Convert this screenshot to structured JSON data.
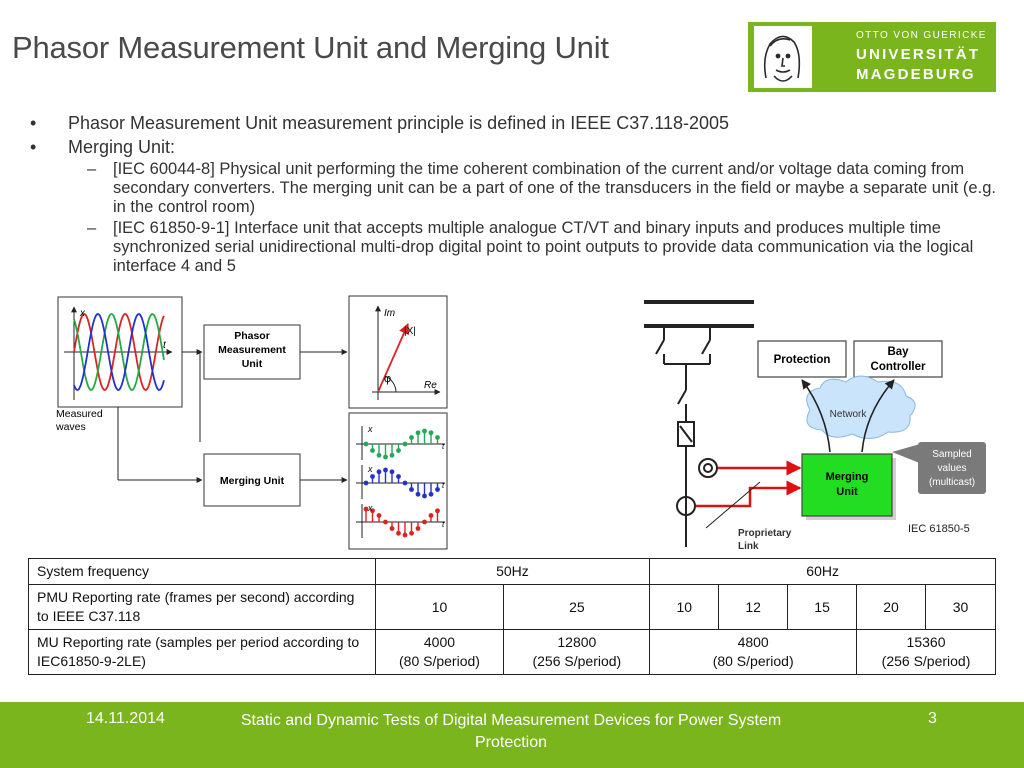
{
  "title": "Phasor Measurement Unit and Merging Unit",
  "logo": {
    "line1": "OTTO VON GUERICKE",
    "line2": "UNIVERSITÄT",
    "line3": "MAGDEBURG"
  },
  "bullets": [
    {
      "text": "Phasor Measurement Unit measurement principle is defined in IEEE C37.118-2005",
      "subs": []
    },
    {
      "text": "Merging Unit:",
      "subs": [
        "[IEC 60044-8] Physical unit performing the time coherent combination of the current and/or voltage data coming from secondary converters. The merging unit can be a part of one of the transducers in the field or maybe a separate unit (e.g. in the control room)",
        "[IEC 61850-9-1] Interface unit that accepts multiple analogue CT/VT and binary inputs and produces multiple time synchronized serial unidirectional multi-drop digital point to point outputs to provide data communication via the logical interface 4 and 5"
      ]
    }
  ],
  "diagram_left": {
    "wave_x": "x",
    "wave_t": "t",
    "measured_label": [
      "Measured",
      "waves"
    ],
    "pmu_label": [
      "Phasor",
      "Measurement",
      "Unit"
    ],
    "mu_label": "Merging Unit",
    "phasor": {
      "im": "Im",
      "re": "Re",
      "mag": "|X|",
      "phi": "φ"
    },
    "sample_x": "x",
    "sample_t": "t"
  },
  "diagram_right": {
    "protection": "Protection",
    "bay_controller": [
      "Bay",
      "Controller"
    ],
    "network": "Network",
    "merging_unit": [
      "Merging",
      "Unit"
    ],
    "sampled_values": [
      "Sampled",
      "values",
      "(multicast)"
    ],
    "proprietary": [
      "Proprietary",
      "Link"
    ],
    "caption": "IEC 61850-5",
    "colors": {
      "mu_green": "#22dd22",
      "arrow_red": "#dd1111",
      "sampled_bg": "#7a7a7a"
    }
  },
  "table": {
    "rows": [
      {
        "label": "System frequency",
        "cells": [
          {
            "t": "50Hz",
            "span": 2
          },
          {
            "t": "60Hz",
            "span": 5
          }
        ]
      },
      {
        "label": "PMU Reporting rate (frames per second) according to IEEE C37.118",
        "cells": [
          {
            "t": "10",
            "span": 1
          },
          {
            "t": "25",
            "span": 1
          },
          {
            "t": "10",
            "span": 1
          },
          {
            "t": "12",
            "span": 1
          },
          {
            "t": "15",
            "span": 1
          },
          {
            "t": "20",
            "span": 1
          },
          {
            "t": "30",
            "span": 1
          }
        ]
      },
      {
        "label": "MU Reporting rate (samples per period according to IEC61850-9-2LE)",
        "cells": [
          {
            "t": "4000\n(80 S/period)",
            "span": 1
          },
          {
            "t": "12800\n(256 S/period)",
            "span": 1
          },
          {
            "t": "4800\n(80 S/period)",
            "span": 3
          },
          {
            "t": "15360\n(256 S/period)",
            "span": 2
          }
        ]
      }
    ]
  },
  "footer": {
    "date": "14.11.2014",
    "text": "Static and Dynamic Tests of Digital Measurement Devices for Power System Protection",
    "page": "3",
    "bg": "#7ab51d"
  }
}
